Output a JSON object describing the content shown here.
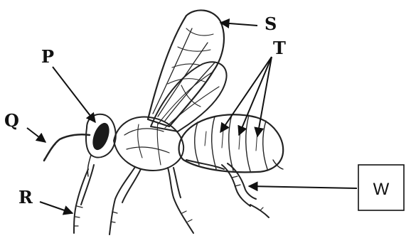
{
  "diagram": {
    "labels": {
      "p": "P",
      "q": "Q",
      "r": "R",
      "s": "S",
      "t": "T",
      "w": "W"
    }
  }
}
